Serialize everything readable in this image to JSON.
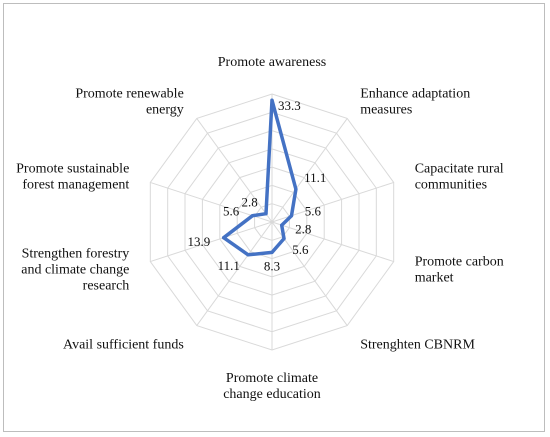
{
  "chart_data": {
    "type": "radar",
    "title": "",
    "categories": [
      "Promote awareness",
      "Enhance adaptation measures",
      "Capacitate rural communities",
      "Promote carbon market",
      "Strenghten CBNRM",
      "Promote climate change education",
      "Avail sufficient funds",
      "Strengthen forestry and climate change research",
      "Promote sustainable forest management",
      "Promote renewable energy"
    ],
    "category_lines": [
      [
        "Promote awareness"
      ],
      [
        "Enhance adaptation",
        "measures"
      ],
      [
        "Capacitate rural",
        "communities"
      ],
      [
        "Promote carbon",
        "market"
      ],
      [
        "Strenghten CBNRM"
      ],
      [
        "Promote climate",
        "change education"
      ],
      [
        "Avail sufficient funds"
      ],
      [
        "Strengthen forestry",
        "and climate change",
        "research"
      ],
      [
        "Promote sustainable",
        "forest management"
      ],
      [
        "Promote renewable",
        "energy"
      ]
    ],
    "series": [
      {
        "values": [
          33.3,
          11.1,
          5.6,
          2.8,
          5.6,
          8.3,
          11.1,
          13.9,
          5.6,
          2.8
        ],
        "labels": [
          "33.3",
          "11.1",
          "5.6",
          "2.8",
          "5.6",
          "8.3",
          "11.1",
          "13.9",
          "5.6",
          "2.8"
        ]
      }
    ],
    "rmax": 35,
    "grid_rings": 7,
    "grid": true,
    "legend": "none",
    "colors": {
      "series": "#4472c4",
      "grid": "#d9d9d9"
    }
  }
}
